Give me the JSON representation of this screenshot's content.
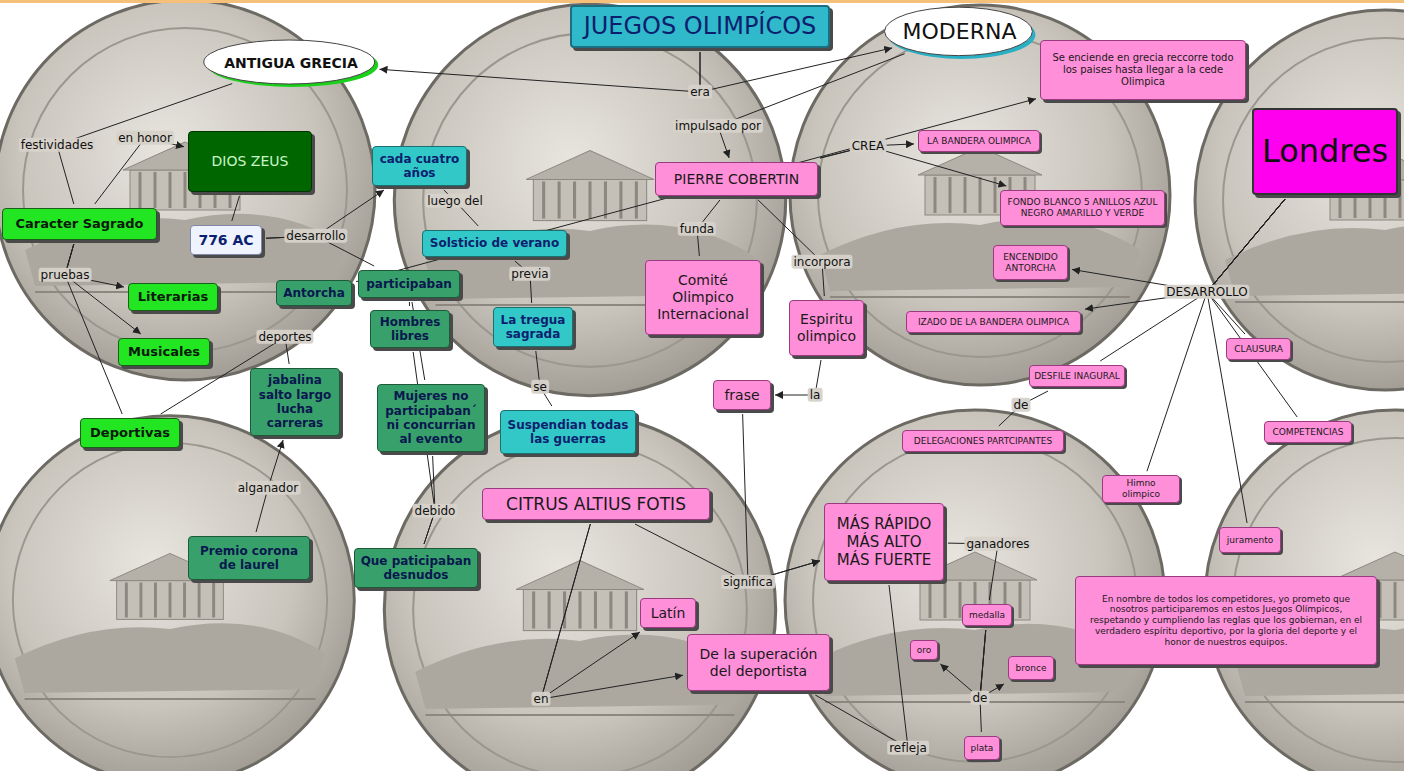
{
  "diagram": {
    "nodes": [
      {
        "text": [
          "JUEGOS OLIMPÍCOS"
        ]
      },
      {
        "text": [
          "ANTIGUA GRECIA"
        ]
      },
      {
        "text": [
          "MODERNA"
        ]
      },
      {
        "text": [
          "Se enciende en grecia reccorre todo los paises hasta llegar a la cede Olimpica"
        ]
      },
      {
        "text": [
          "Londres"
        ]
      },
      {
        "text": [
          "DIOS ZEUS"
        ]
      },
      {
        "text": [
          "Caracter Sagrado"
        ]
      },
      {
        "text": [
          "776 AC"
        ]
      },
      {
        "text": [
          "cada cuatro años"
        ]
      },
      {
        "text": [
          "Solsticio de verano"
        ]
      },
      {
        "text": [
          "PIERRE COBERTIN"
        ]
      },
      {
        "text": [
          "LA BANDERA OLIMPICA"
        ]
      },
      {
        "text": [
          "FONDO BLANCO 5 ANILLOS AZUL NEGRO AMARILLO Y VERDE"
        ]
      },
      {
        "text": [
          "Antorcha"
        ]
      },
      {
        "text": [
          "participaban"
        ]
      },
      {
        "text": [
          "Literarias"
        ]
      },
      {
        "text": [
          "Comité Olimpico Internacional"
        ]
      },
      {
        "text": [
          "ENCENDIDO ANTORCHA"
        ]
      },
      {
        "text": [
          "Hombres libres"
        ]
      },
      {
        "text": [
          "La tregua sagrada"
        ]
      },
      {
        "text": [
          "Espiritu olimpico"
        ]
      },
      {
        "text": [
          "IZADO DE LA BANDERA OLIMPICA"
        ]
      },
      {
        "text": [
          "Musicales"
        ]
      },
      {
        "text": [
          "CLAUSURA"
        ]
      },
      {
        "text": [
          "jabalina salto largo lucha carreras"
        ]
      },
      {
        "text": [
          "frase"
        ]
      },
      {
        "text": [
          "DESFILE INAGURAL"
        ]
      },
      {
        "text": [
          "Mujeres no participaban´ ni concurrian al evento"
        ]
      },
      {
        "text": [
          "Deportivas"
        ]
      },
      {
        "text": [
          "Suspendian todas las guerras"
        ]
      },
      {
        "text": [
          "COMPETENCIAS"
        ]
      },
      {
        "text": [
          "DELEGACIONES PARTCIPANTES"
        ]
      },
      {
        "text": [
          "Himno olimpico"
        ]
      },
      {
        "text": [
          "CITRUS ALTIUS FOTIS"
        ]
      },
      {
        "text": [
          "MÁS RÁPIDO MÁS ALTO MÁS FUERTE"
        ]
      },
      {
        "text": [
          "juramento"
        ]
      },
      {
        "text": [
          "Premio corona de laurel"
        ]
      },
      {
        "text": [
          "Que paticipaban desnudos"
        ]
      },
      {
        "text": [
          "En nombre de todos los competidores, yo prometo que nosotros participaremos en estos Juegos Olímpicos, respetando y cumpliendo las reglas que los gobiernan, en el verdadero espíritu deportivo, por la gloria del deporte y el honor de nuestros equipos."
        ]
      },
      {
        "text": [
          "Latín"
        ]
      },
      {
        "text": [
          "medalla"
        ]
      },
      {
        "text": [
          "oro"
        ]
      },
      {
        "text": [
          "De la superación del deportista"
        ]
      },
      {
        "text": [
          "bronce"
        ]
      },
      {
        "text": [
          "plata"
        ]
      }
    ],
    "edges": [
      {
        "from": 0,
        "to": 1,
        "label": "era",
        "arrow": "to"
      },
      {
        "from": 0,
        "to": 2,
        "arrow": "to"
      },
      {
        "from": 2,
        "to": 10,
        "label": "impulsado por",
        "arrow": "to"
      },
      {
        "from": 1,
        "to": 6,
        "label": "festividades",
        "arrow": "none"
      },
      {
        "from": 6,
        "to": 5,
        "label": "en honor",
        "arrow": "to"
      },
      {
        "from": 6,
        "to": 15,
        "label": "pruebas",
        "arrow": "to"
      },
      {
        "from": 6,
        "to": 22,
        "arrow": "to"
      },
      {
        "from": 6,
        "to": 28,
        "arrow": "none"
      },
      {
        "from": 7,
        "to": 8,
        "label": "desarrollo",
        "arrow": "to"
      },
      {
        "from": 7,
        "to": 14,
        "arrow": "none"
      },
      {
        "from": 8,
        "to": 9,
        "label": "luego del",
        "arrow": "none"
      },
      {
        "from": 9,
        "to": 19,
        "label": "previa",
        "arrow": "none"
      },
      {
        "from": 19,
        "to": 29,
        "label": "se",
        "arrow": "none"
      },
      {
        "from": 14,
        "to": 18,
        "arrow": "none"
      },
      {
        "from": 14,
        "to": 27,
        "arrow": "none"
      },
      {
        "from": 18,
        "to": 37,
        "arrow": "none"
      },
      {
        "from": 27,
        "to": 37,
        "label": "debido",
        "arrow": "none"
      },
      {
        "from": 28,
        "to": 24,
        "label": "deportes",
        "arrow": "none"
      },
      {
        "from": 36,
        "to": 24,
        "label": "alganador",
        "arrow": "to"
      },
      {
        "from": 13,
        "to": 3,
        "arrow": "to"
      },
      {
        "from": 10,
        "to": 16,
        "label": "funda",
        "arrow": "none"
      },
      {
        "from": 10,
        "to": 20,
        "label": "incorpora",
        "arrow": "none"
      },
      {
        "from": 10,
        "to": 11,
        "label": "CREA",
        "arrow": "to"
      },
      {
        "from": 10,
        "to": 12,
        "arrow": "to"
      },
      {
        "from": 20,
        "to": 25,
        "label": "la",
        "arrow": "to"
      },
      {
        "from": 33,
        "to": 34,
        "label": "significa",
        "arrow": "to"
      },
      {
        "from": 25,
        "to": 34,
        "arrow": "to"
      },
      {
        "from": 33,
        "to": 39,
        "label": "en",
        "arrow": "to"
      },
      {
        "from": 33,
        "to": 42,
        "arrow": "to"
      },
      {
        "from": 34,
        "to": 40,
        "label": "ganadores",
        "arrow": "none"
      },
      {
        "from": 40,
        "to": 41,
        "label": "de",
        "arrow": "to"
      },
      {
        "from": 40,
        "to": 43,
        "arrow": "to"
      },
      {
        "from": 40,
        "to": 44,
        "arrow": "none"
      },
      {
        "from": 34,
        "to": 42,
        "label": "refleja",
        "arrow": "none"
      },
      {
        "from": 4,
        "to": 17,
        "label": "DESARROLLO",
        "arrow": "to"
      },
      {
        "from": 4,
        "to": 21,
        "arrow": "to"
      },
      {
        "from": 4,
        "to": 23,
        "arrow": "none"
      },
      {
        "from": 4,
        "to": 26,
        "arrow": "none"
      },
      {
        "from": 4,
        "to": 32,
        "arrow": "none"
      },
      {
        "from": 4,
        "to": 35,
        "arrow": "none"
      },
      {
        "from": 4,
        "to": 30,
        "arrow": "none"
      },
      {
        "from": 26,
        "to": 31,
        "label": "de",
        "arrow": "none"
      },
      {
        "from": 5,
        "to": 7,
        "arrow": "none"
      }
    ]
  }
}
